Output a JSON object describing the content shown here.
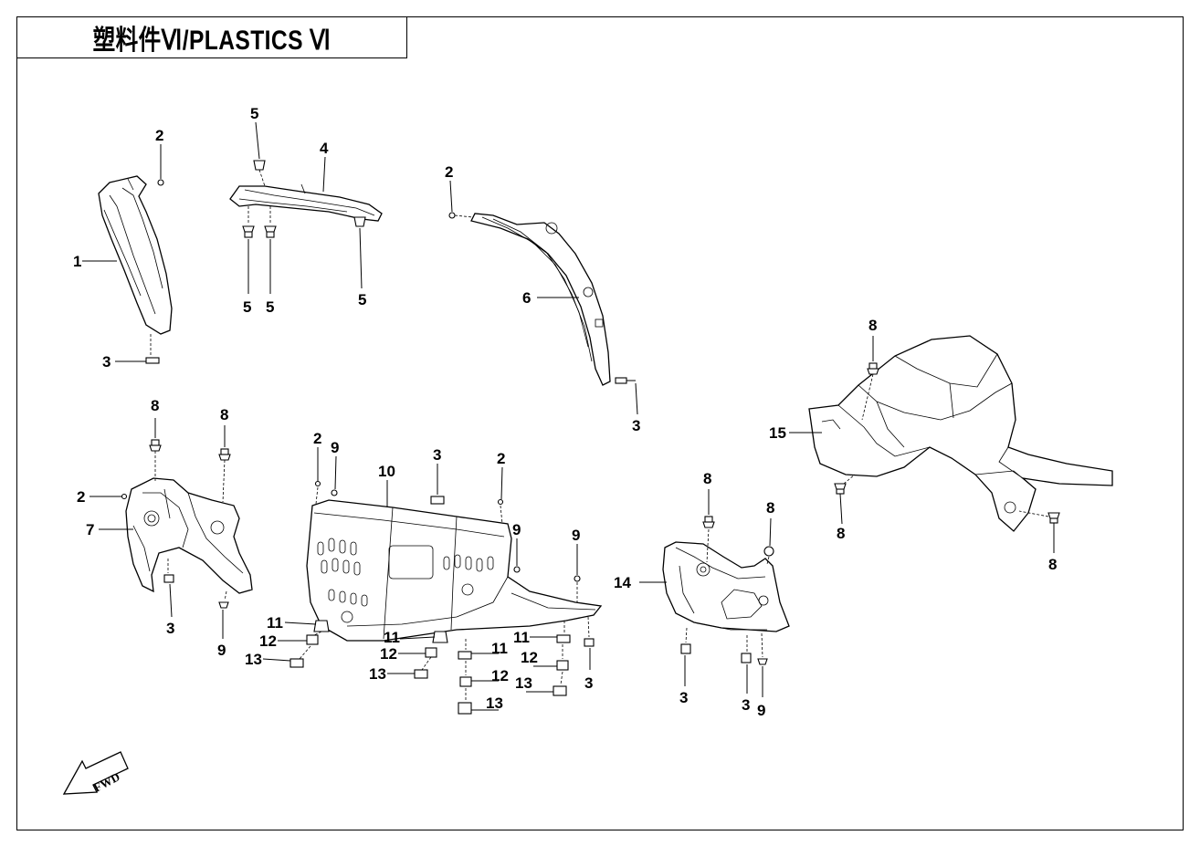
{
  "title": "塑料件Ⅵ/PLASTICS Ⅵ",
  "direction_marker": "FWD",
  "callouts": {
    "c1": "1",
    "c2a": "2",
    "c3a": "3",
    "c5a": "5",
    "c4": "4",
    "c5b": "5",
    "c5c": "5",
    "c5d": "5",
    "c2b": "2",
    "c6": "6",
    "c3b": "3",
    "c8a": "8",
    "c15": "15",
    "c8b": "8",
    "c8c": "8",
    "c8d": "8",
    "c8e": "8",
    "c2c": "2",
    "c7": "7",
    "c3c": "3",
    "c9a": "9",
    "c2d": "2",
    "c9b": "9",
    "c10": "10",
    "c3d": "3",
    "c2e": "2",
    "c9c": "9",
    "c9d": "9",
    "c11a": "11",
    "c12a": "12",
    "c13a": "13",
    "c11b": "11",
    "c12b": "12",
    "c13b": "13",
    "c11c": "11",
    "c11d": "11",
    "c12c": "12",
    "c12d": "12",
    "c13c": "13",
    "c13d": "13",
    "c3e": "3",
    "c8f": "8",
    "c8g": "8",
    "c14": "14",
    "c3f": "3",
    "c3g": "3",
    "c9e": "9"
  }
}
